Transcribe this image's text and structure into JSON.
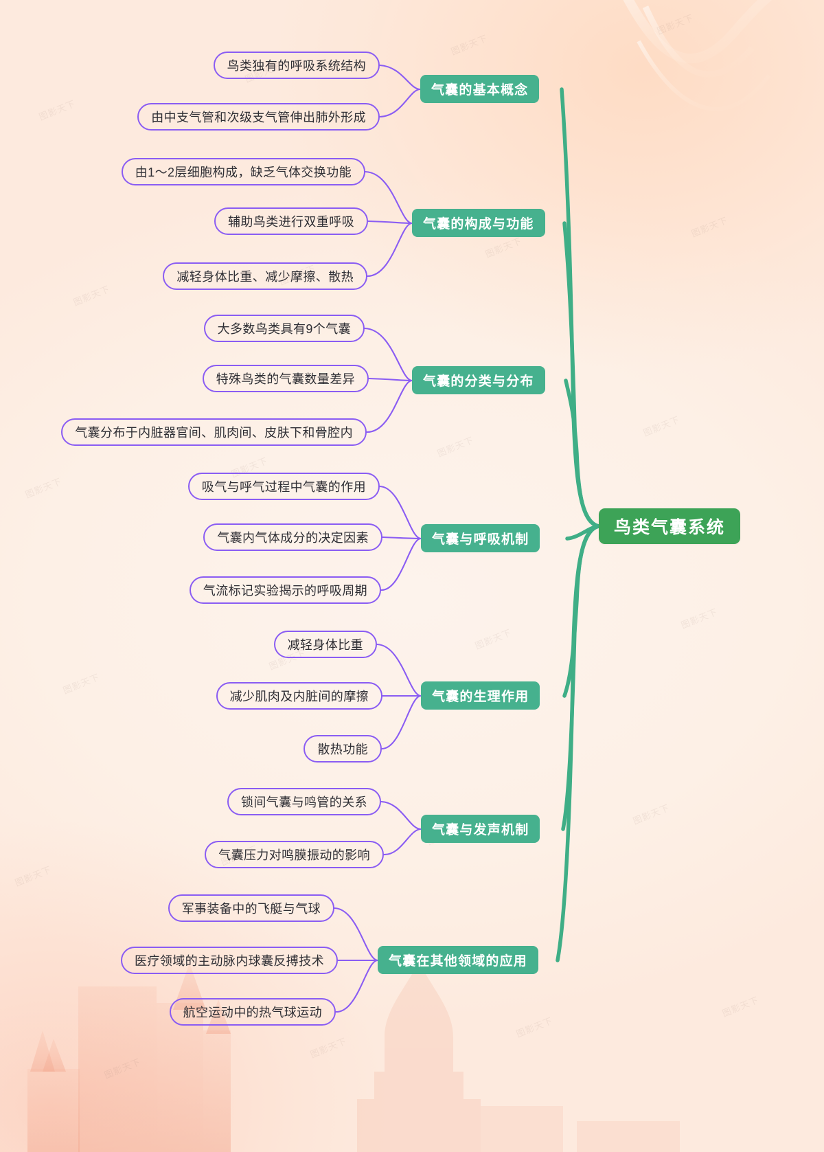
{
  "theme": {
    "background": "#fdf1e8",
    "root_color": "#3da357",
    "branch_color": "#46b18e",
    "leaf_border_color": "#8a5cf3",
    "leaf_text_color": "#2f2f35",
    "root_link_color": "#3fae86",
    "leaf_link_color": "#8a5cf3"
  },
  "watermark": "图影天下",
  "root": {
    "label": "鸟类气囊系统"
  },
  "branches": [
    {
      "label": "气囊的基本概念",
      "leaves": [
        {
          "label": "鸟类独有的呼吸系统结构"
        },
        {
          "label": "由中支气管和次级支气管伸出肺外形成"
        }
      ]
    },
    {
      "label": "气囊的构成与功能",
      "leaves": [
        {
          "label": "由1～2层细胞构成，缺乏气体交换功能"
        },
        {
          "label": "辅助鸟类进行双重呼吸"
        },
        {
          "label": "减轻身体比重、减少摩擦、散热"
        }
      ]
    },
    {
      "label": "气囊的分类与分布",
      "leaves": [
        {
          "label": "大多数鸟类具有9个气囊"
        },
        {
          "label": "特殊鸟类的气囊数量差异"
        },
        {
          "label": "气囊分布于内脏器官间、肌肉间、皮肤下和骨腔内"
        }
      ]
    },
    {
      "label": "气囊与呼吸机制",
      "leaves": [
        {
          "label": "吸气与呼气过程中气囊的作用"
        },
        {
          "label": "气囊内气体成分的决定因素"
        },
        {
          "label": "气流标记实验揭示的呼吸周期"
        }
      ]
    },
    {
      "label": "气囊的生理作用",
      "leaves": [
        {
          "label": "减轻身体比重"
        },
        {
          "label": "减少肌肉及内脏间的摩擦"
        },
        {
          "label": "散热功能"
        }
      ]
    },
    {
      "label": "气囊与发声机制",
      "leaves": [
        {
          "label": "锁间气囊与鸣管的关系"
        },
        {
          "label": "气囊压力对鸣膜振动的影响"
        }
      ]
    },
    {
      "label": "气囊在其他领域的应用",
      "leaves": [
        {
          "label": "军事装备中的飞艇与气球"
        },
        {
          "label": "医疗领域的主动脉内球囊反搏技术"
        },
        {
          "label": "航空运动中的热气球运动"
        }
      ]
    }
  ]
}
